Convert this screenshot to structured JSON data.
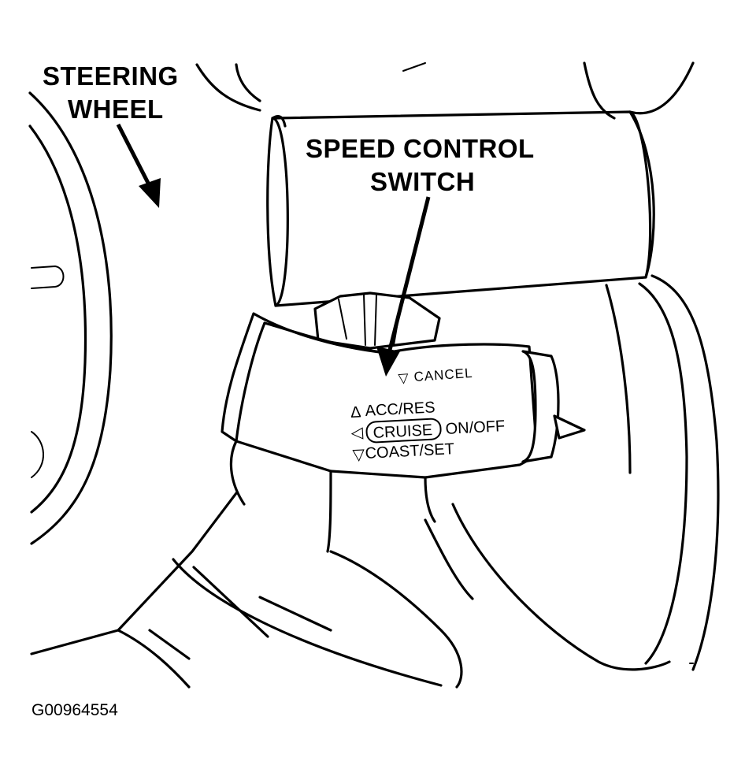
{
  "labels": {
    "steering_wheel_line1": "STEERING",
    "steering_wheel_line2": "WHEEL",
    "speed_control_line1": "SPEED CONTROL",
    "speed_control_line2": "SWITCH"
  },
  "lever": {
    "cancel": "CANCEL",
    "acc_res": "ACC/RES",
    "cruise": "CRUISE",
    "on_off": "ON/OFF",
    "coast_set": "COAST/SET"
  },
  "figure_id": "G00964554",
  "colors": {
    "ink": "#000000",
    "paper": "#ffffff"
  }
}
